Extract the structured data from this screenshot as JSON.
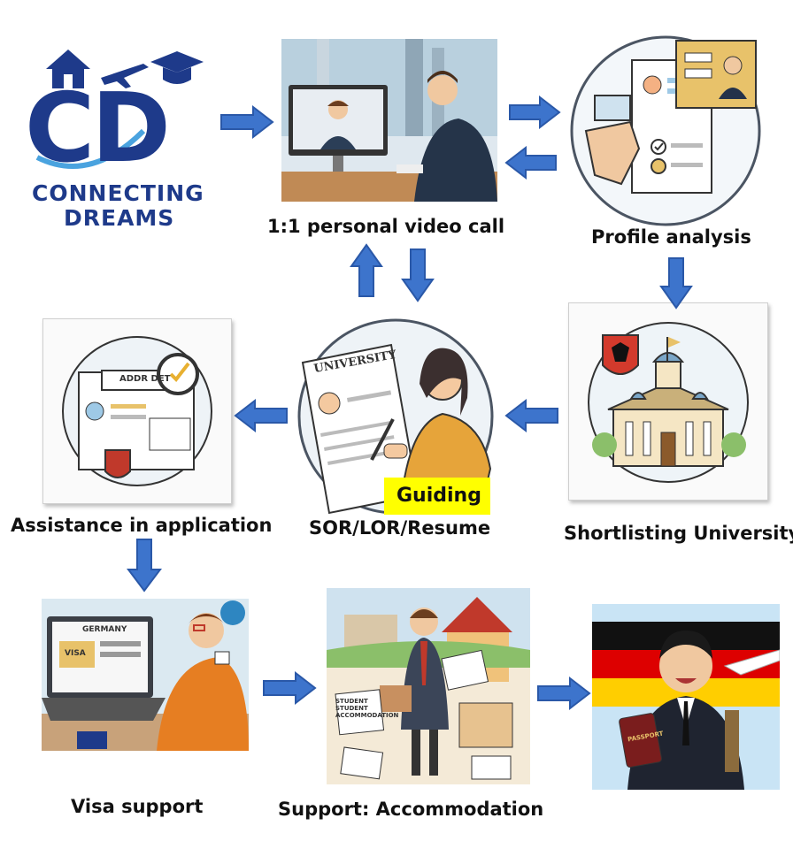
{
  "logo": {
    "initials": "CD",
    "line1": "CONNECTING",
    "line2": "DREAMS"
  },
  "steps": {
    "video_call": "1:1 personal video call",
    "profile_analysis": "Profile analysis",
    "shortlisting": "Shortlisting University",
    "sor_lor": "SOR/LOR/Resume",
    "guiding": "Guiding",
    "assistance": "Assistance in application",
    "visa": "Visa support",
    "accommodation": "Support: Accommodation"
  },
  "illustration_text": {
    "university": "UNIVERSITY",
    "germany": "GERMANY",
    "visa": "VISA",
    "passport": "PASSPORT",
    "student_accommodation": "STUDENT STUDENT ACCOMMODATION",
    "address_card": "ADDR DET"
  },
  "colors": {
    "brand_blue": "#1e3a8a",
    "arrow_blue": "#3d74cc",
    "arrow_stroke": "#2a58a8",
    "highlight_yellow": "#ffff00",
    "germany_black": "#111111",
    "germany_red": "#dd0000",
    "germany_gold": "#ffce00"
  }
}
